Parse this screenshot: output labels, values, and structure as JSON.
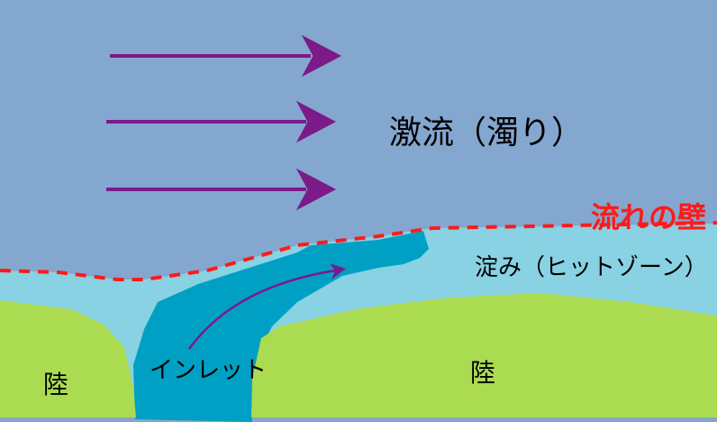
{
  "labels": {
    "torrent": "激流（濁り）",
    "flow_wall": "流れの壁",
    "eddy": "淀み（ヒットゾーン）",
    "inlet": "インレット",
    "land_left": "陸",
    "land_right": "陸"
  },
  "colors": {
    "torrent": "#84a7cf",
    "eddy": "#88d2e3",
    "inlet": "#00a0c4",
    "land": "#abdb50",
    "arrow": "#7b1a88",
    "wall": "#ff1a1a"
  }
}
